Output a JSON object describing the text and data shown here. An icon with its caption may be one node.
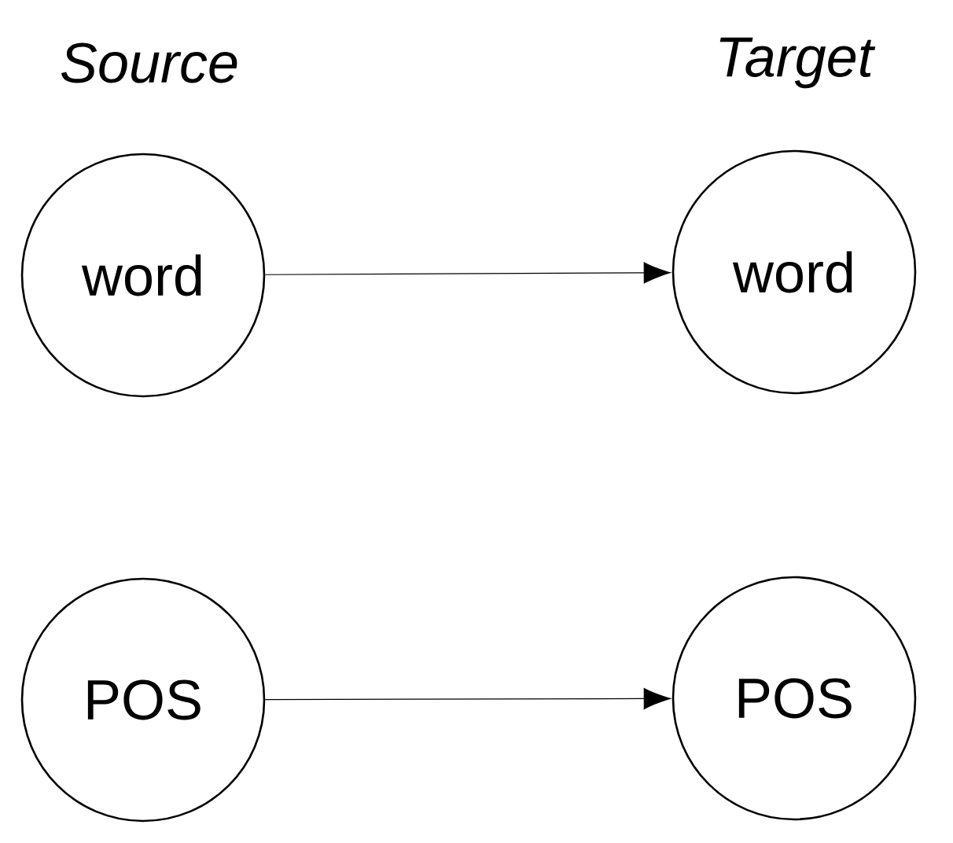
{
  "diagram": {
    "nodes": [
      {
        "text": [
          "word"
        ]
      },
      {
        "text": [
          "word"
        ]
      },
      {
        "text": [
          "POS"
        ]
      },
      {
        "text": [
          "POS"
        ]
      }
    ],
    "edges": [
      {
        "from": 0,
        "to": 1,
        "arrow": "to"
      },
      {
        "from": 2,
        "to": 3,
        "arrow": "to"
      }
    ],
    "labels": [
      "Source",
      "Target"
    ]
  }
}
